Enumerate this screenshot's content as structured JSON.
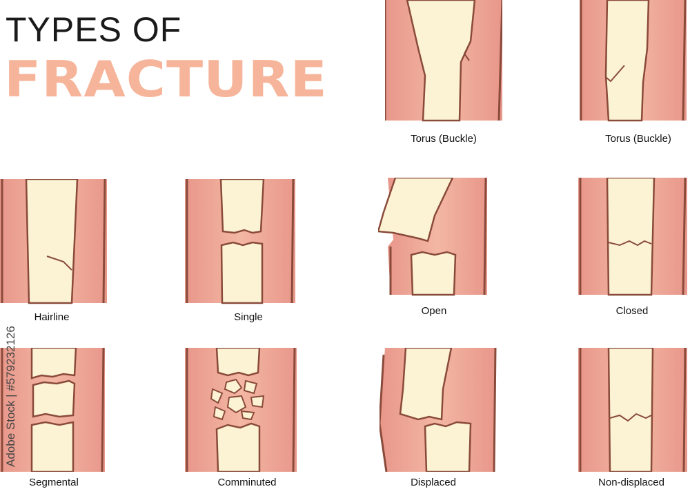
{
  "title": {
    "line1": "TYPES OF",
    "line2": "FRACTURE"
  },
  "colors": {
    "tissue_dark": "#e99a86",
    "tissue_light": "#f6c1ab",
    "bone": "#fbf3d4",
    "outline": "#8a4a3a",
    "title_accent": "#f6b59a"
  },
  "fractures": [
    {
      "id": "torus-1",
      "label": "Torus (Buckle)"
    },
    {
      "id": "torus-2",
      "label": "Torus (Buckle)"
    },
    {
      "id": "hairline",
      "label": "Hairline"
    },
    {
      "id": "single",
      "label": "Single"
    },
    {
      "id": "open",
      "label": "Open"
    },
    {
      "id": "closed",
      "label": "Closed"
    },
    {
      "id": "segmental",
      "label": "Segmental"
    },
    {
      "id": "comminuted",
      "label": "Comminuted"
    },
    {
      "id": "displaced",
      "label": "Displaced"
    },
    {
      "id": "non-displaced",
      "label": "Non-displaced"
    }
  ],
  "watermark": "Adobe Stock | #579232126"
}
